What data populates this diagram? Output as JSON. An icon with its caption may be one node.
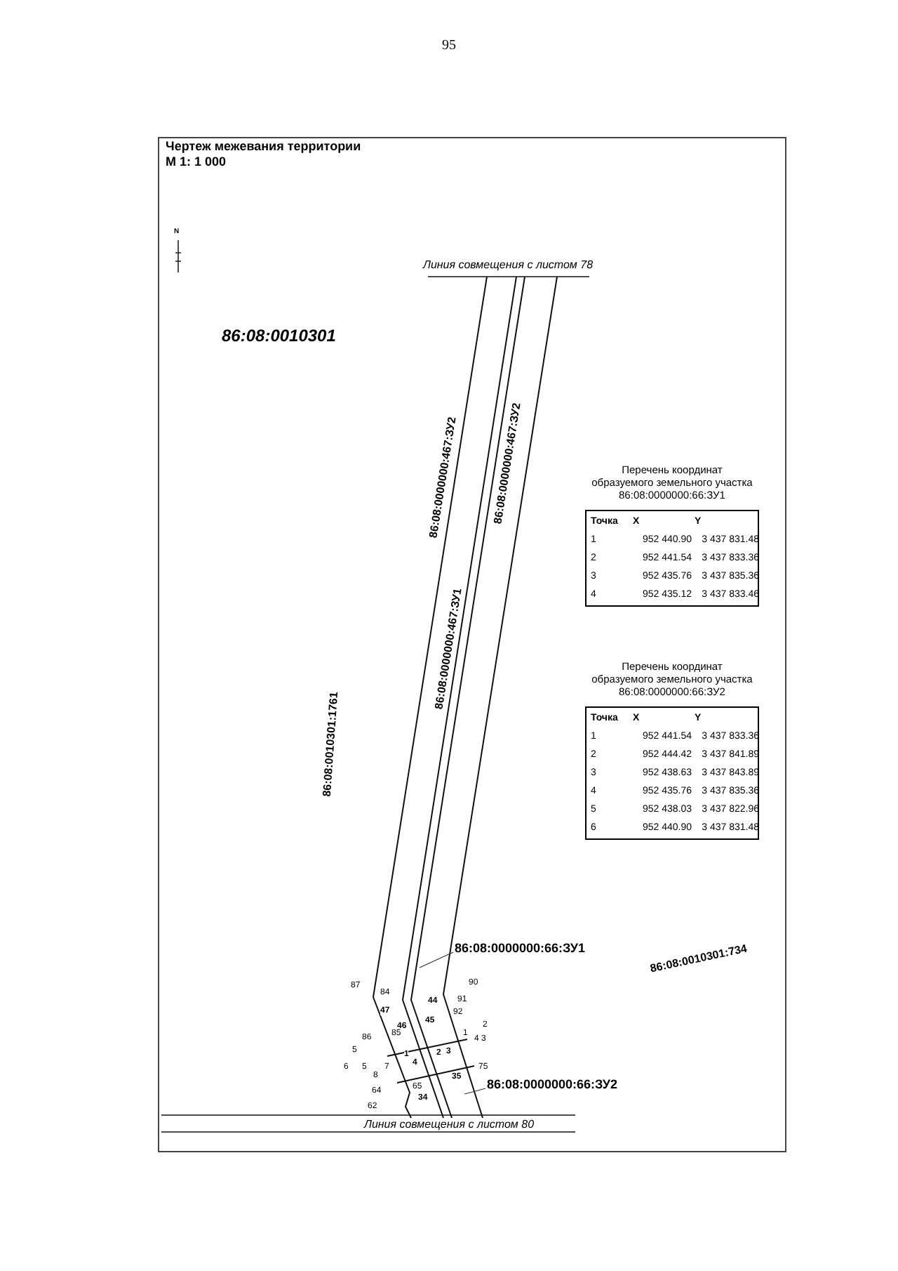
{
  "diagram": {
    "title": "Чертеж межевания территории",
    "nodes": [
      {
        "text": [
          "86:08:0000000:66:ЗУ1"
        ]
      },
      {
        "text": [
          "86:08:0000000:66:ЗУ2"
        ]
      }
    ],
    "edges": [
      {
        "from": 0,
        "to": null,
        "arrow": "none"
      },
      {
        "from": 1,
        "to": null,
        "arrow": "none"
      }
    ],
    "labels": [
      "95",
      "М 1: 1 000",
      "N",
      "Линия совмещения с листом 78",
      "86:08:0010301",
      "86:08:0000000:467:ЗУ2",
      "86:08:0000000:467:ЗУ2",
      "Перечень координат образуемого земельного участка 86:08:0000000:66:ЗУ1",
      "Точка",
      "X",
      "Y",
      "1",
      "952 440.90",
      "3 437 831.48",
      "2",
      "952 441.54",
      "3 437 833.36",
      "3",
      "952 435.76",
      "3 437 835.36",
      "4",
      "952 435.12",
      "3 437 833.46",
      "86:08:0000000:467:ЗУ1",
      "Перечень координат образуемого земельного участка 86:08:0000000:66:ЗУ2",
      "Точка",
      "X",
      "Y",
      "1",
      "952 441.54",
      "3 437 833.36",
      "2",
      "952 444.42",
      "3 437 841.89",
      "3",
      "952 438.63",
      "3 437 843.89",
      "4",
      "952 435.76",
      "3 437 835.36",
      "5",
      "952 438.03",
      "3 437 822.96",
      "6",
      "952 440.90",
      "3 437 831.48",
      "86:08:0010301:1761",
      "86:08:0010301:734",
      "87",
      "84",
      "44",
      "90",
      "47",
      "91",
      "46",
      "45",
      "92",
      "2",
      "86",
      "85",
      "1",
      "4",
      "3",
      "5",
      "1",
      "2",
      "3",
      "4",
      "6",
      "5",
      "8",
      "7",
      "35",
      "75",
      "65",
      "64",
      "34",
      "62",
      "Линия совмещения с листом 80"
    ]
  }
}
